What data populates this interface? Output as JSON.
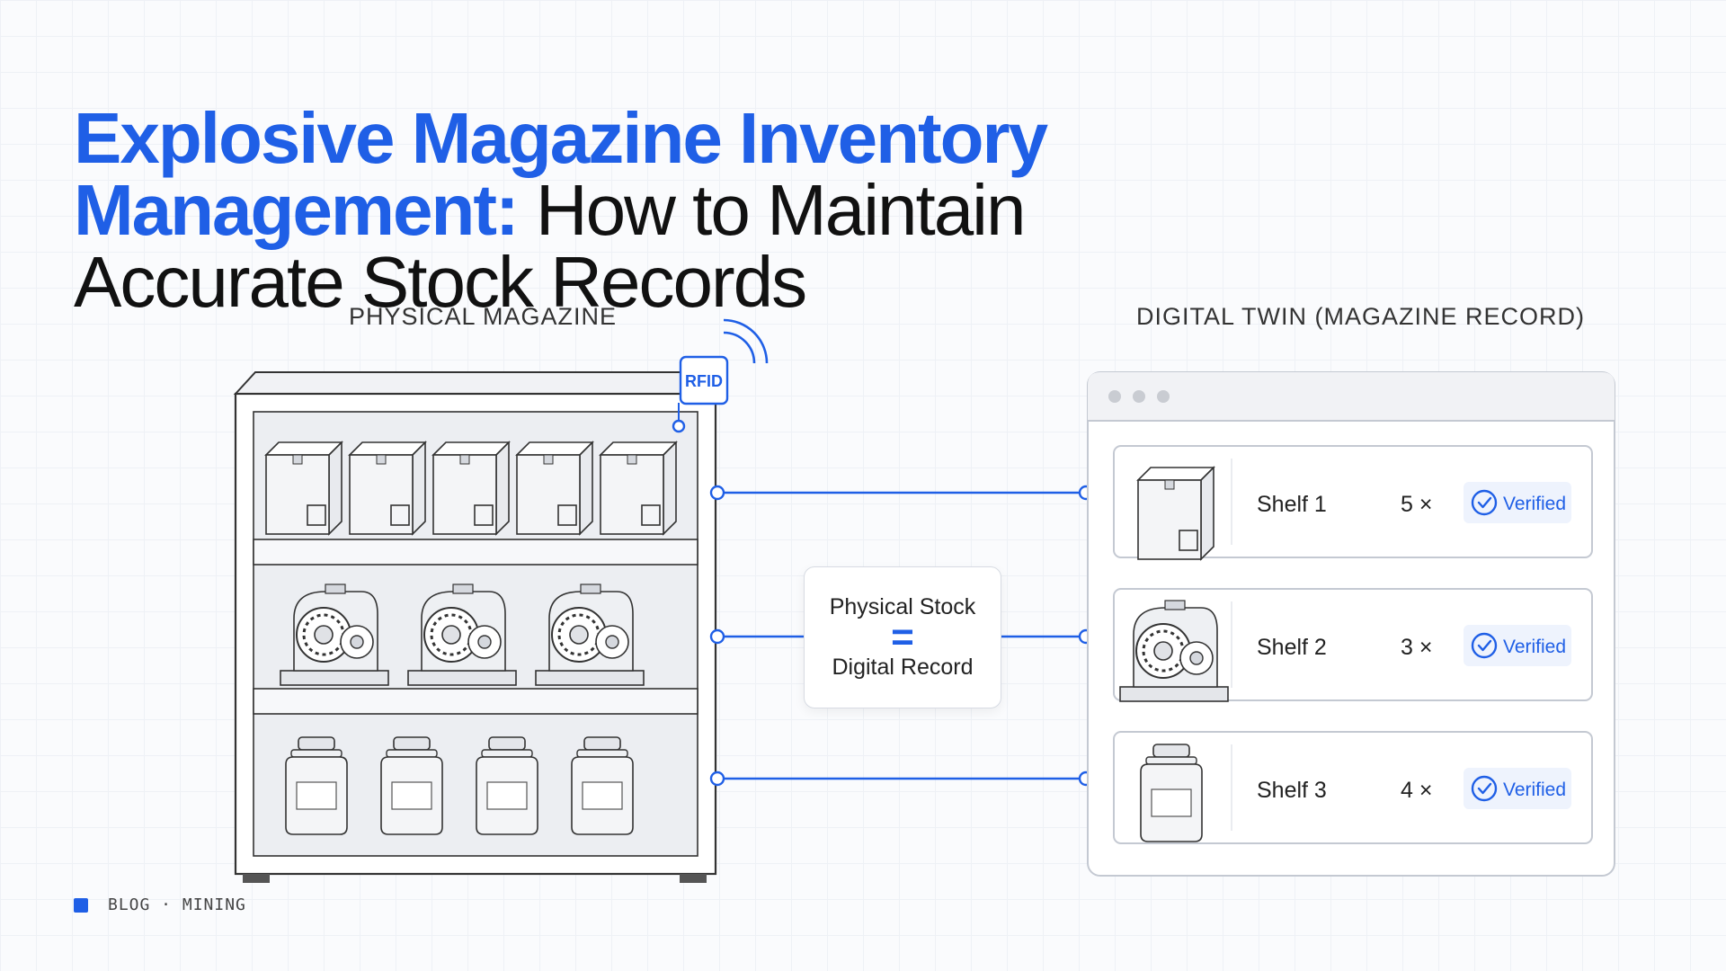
{
  "headline": {
    "highlight": "Explosive Magazine Inventory Management:",
    "rest": " How to Maintain Accurate Stock Records"
  },
  "physical_label": "PHYSICAL MAGAZINE",
  "digital_label": "DIGITAL TWIN (MAGAZINE RECORD)",
  "rfid_label": "RFID",
  "center": {
    "top": "Physical Stock",
    "symbol": "=",
    "bottom": "Digital Record"
  },
  "records": [
    {
      "shelf": "Shelf 1",
      "count": "5 ×",
      "status": "Verified",
      "icon": "box-icon"
    },
    {
      "shelf": "Shelf 2",
      "count": "3 ×",
      "status": "Verified",
      "icon": "detonator-machine-icon"
    },
    {
      "shelf": "Shelf 3",
      "count": "4 ×",
      "status": "Verified",
      "icon": "canister-icon"
    }
  ],
  "footer": {
    "label": "BLOG · MINING"
  },
  "colors": {
    "accent": "#1f5fe6",
    "text": "#111111",
    "line": "#c9ced8"
  }
}
